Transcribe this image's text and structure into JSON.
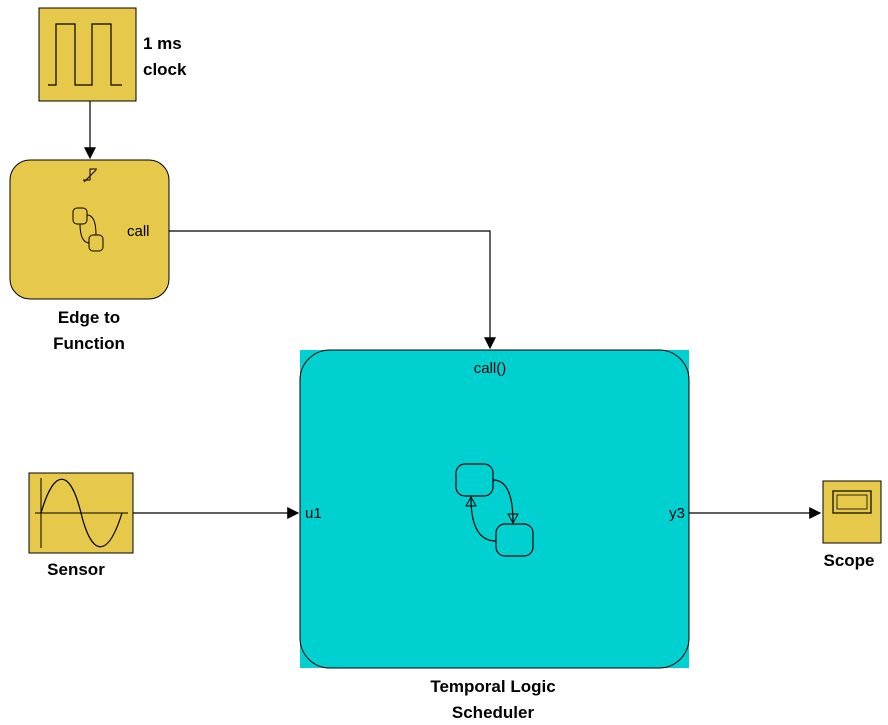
{
  "colors": {
    "block_fill": "#e6c84b",
    "chart_fill": "#00d0d0",
    "stroke": "#000000",
    "background": "#ffffff"
  },
  "blocks": {
    "clock": {
      "label_line1": "1 ms",
      "label_line2": "clock",
      "icon": "pulse-generator-icon"
    },
    "edge": {
      "label_line1": "Edge to",
      "label_line2": "Function",
      "out_port": "call",
      "trigger_icon": "rising-edge-trigger-icon",
      "icon": "stateflow-chart-icon"
    },
    "sensor": {
      "label": "Sensor",
      "icon": "sine-wave-icon"
    },
    "scheduler": {
      "label_line1": "Temporal Logic",
      "label_line2": "Scheduler",
      "trigger_port": "call()",
      "in_port": "u1",
      "out_port": "y3",
      "icon": "stateflow-chart-icon"
    },
    "scope": {
      "label": "Scope",
      "icon": "scope-screen-icon"
    }
  }
}
